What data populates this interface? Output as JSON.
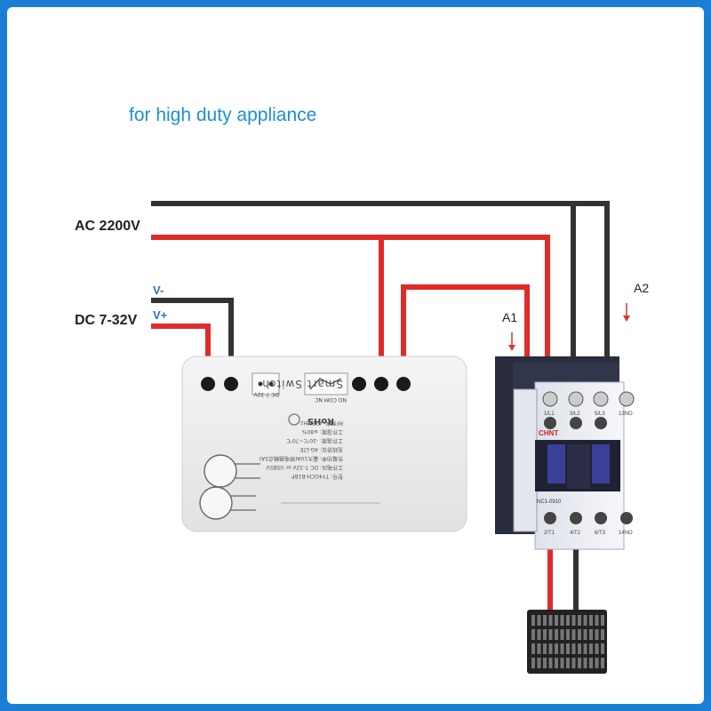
{
  "heading": "for high duty appliance",
  "labels": {
    "ac": "AC 2200V",
    "dc": "DC 7-32V",
    "v_minus": "V-",
    "v_plus": "V+",
    "a1": "A1",
    "a2": "A2"
  },
  "module": {
    "title": "Smart Switch",
    "rohs": "RoHS",
    "dc_terminal": "DC 7-32V",
    "relay_terminals": "NO COM NC",
    "spec_lines": [
      "型号: TY4GCH-B1BP",
      "工作电压: DC 7-32V or USB5V",
      "负载功率: 最大10A(继电器触点5A)",
      "无线协议: 4G-LTE",
      "工作温度: -20℃~70℃",
      "工作湿度: ≤80%",
      "RF频率: 433MHz"
    ]
  },
  "contactor": {
    "brand": "CHNT",
    "model": "NC1-0910",
    "top_terminals": [
      "1/L1",
      "3/L2",
      "5/L3",
      "13NO"
    ],
    "bottom_terminals": [
      "2/T1",
      "4/T2",
      "6/T3",
      "14NO"
    ]
  },
  "colors": {
    "frame": "#1a7fd4",
    "heading": "#1c8fd6",
    "live_wire": "#e02b2b",
    "neutral_wire": "#333333",
    "label_blue": "#2a6fc9"
  }
}
